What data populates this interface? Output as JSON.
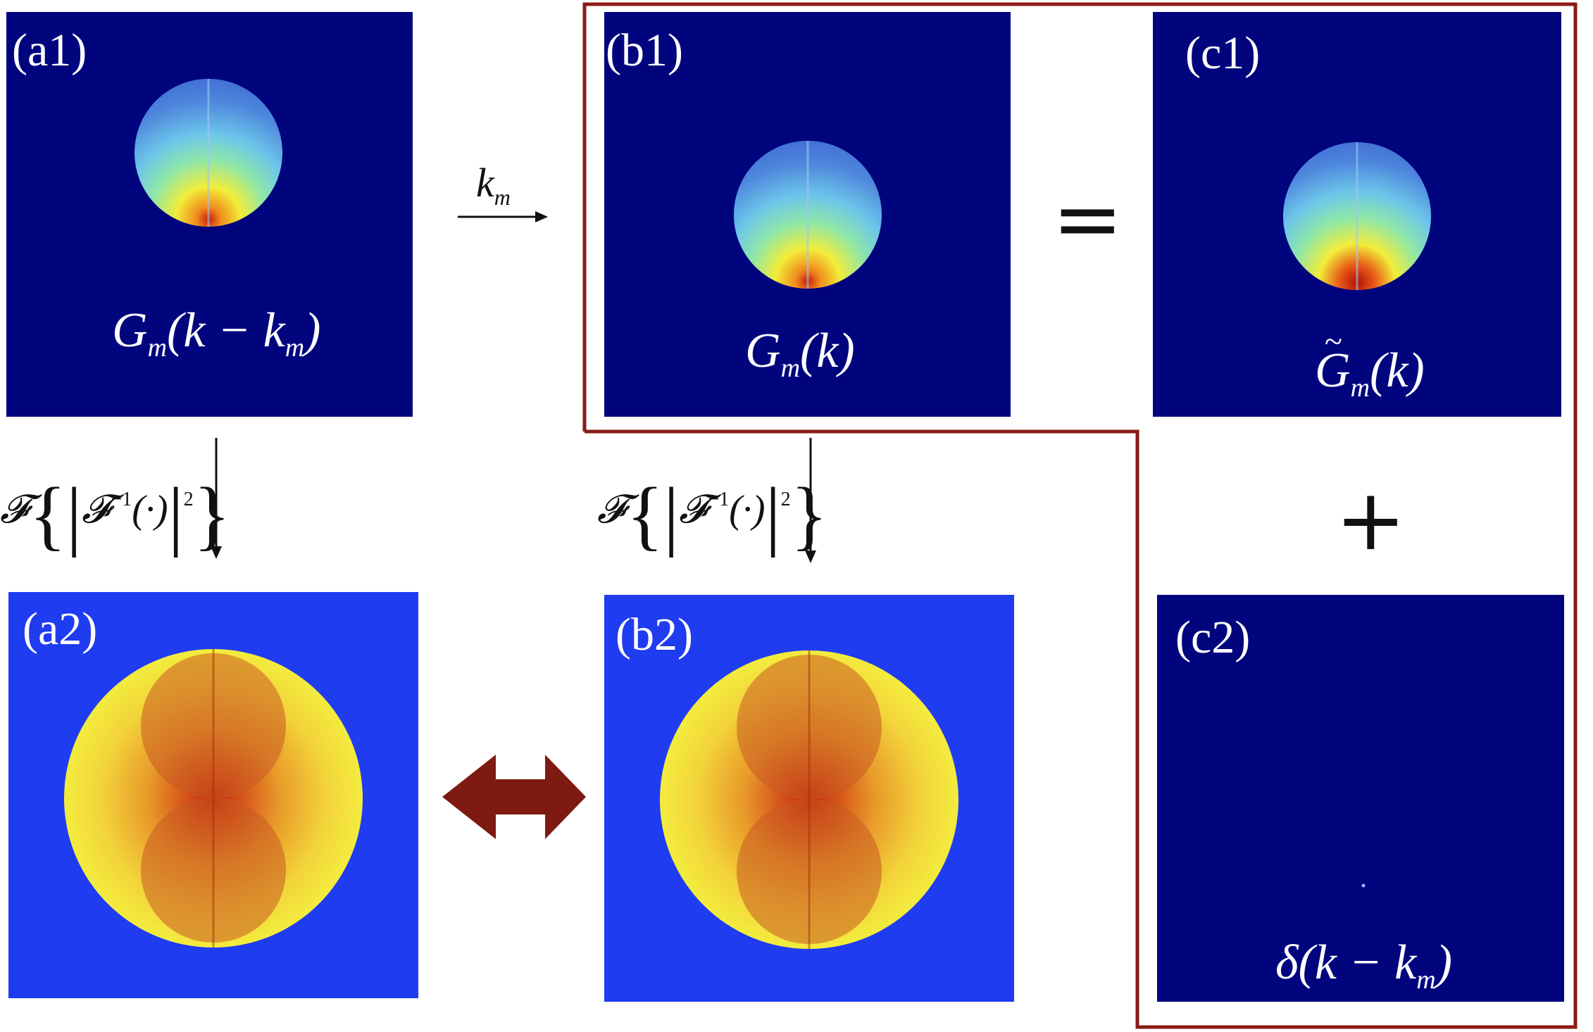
{
  "colors": {
    "navy": "#00057e",
    "bright_blue": "#1f3cf0",
    "frame_red": "#8b1a15",
    "arrow_red": "#7e1a12",
    "yellow": "#f3ec2e",
    "orange_red": "#c64d14"
  },
  "panels": {
    "a1": {
      "label": "(a1)",
      "math": "G",
      "sub": "m",
      "tail": "(k − k",
      "tail_sub": "m",
      "close": ")"
    },
    "b1": {
      "label": "(b1)",
      "math": "G",
      "sub": "m",
      "tail": "(k)"
    },
    "c1": {
      "label": "(c1)",
      "math": "G",
      "sub": "m",
      "tail": "(k)"
    },
    "a2": {
      "label": "(a2)"
    },
    "b2": {
      "label": "(b2)"
    },
    "c2": {
      "label": "(c2)",
      "math": "δ(k − k",
      "math_sub": "m",
      "close": ")"
    }
  },
  "operators": {
    "equals": "=",
    "plus": "+",
    "shift_label": "k",
    "shift_sub": "m",
    "transform_F": "𝓕",
    "transform_open": "{|",
    "transform_Finv": "𝓕",
    "transform_exp": "−1",
    "transform_arg": "(·)",
    "transform_pipe": "|",
    "transform_pow": "2",
    "transform_close": "}"
  },
  "icons": {
    "right_arrow": "arrow-right-icon",
    "down_arrow": "arrow-down-icon",
    "double_arrow": "double-headed-arrow-icon"
  }
}
